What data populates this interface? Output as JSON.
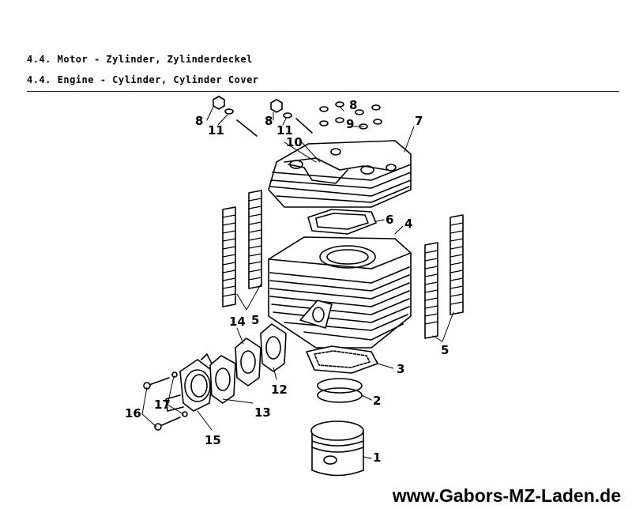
{
  "header": {
    "title_de": "4.4. Motor - Zylinder, Zylinderdeckel",
    "title_en": "4.4. Engine - Cylinder, Cylinder Cover"
  },
  "callouts": {
    "c1": "1",
    "c2": "2",
    "c3": "3",
    "c4": "4",
    "c5a": "5",
    "c5b": "5",
    "c6": "6",
    "c7": "7",
    "c8a": "8",
    "c8b": "8",
    "c8c": "8",
    "c9": "9",
    "c10": "10",
    "c11a": "11",
    "c11b": "11",
    "c12": "12",
    "c13": "13",
    "c14": "14",
    "c15": "15",
    "c16": "16",
    "c17": "17"
  },
  "footer": {
    "website": "www.Gabors-MZ-Laden.de"
  }
}
